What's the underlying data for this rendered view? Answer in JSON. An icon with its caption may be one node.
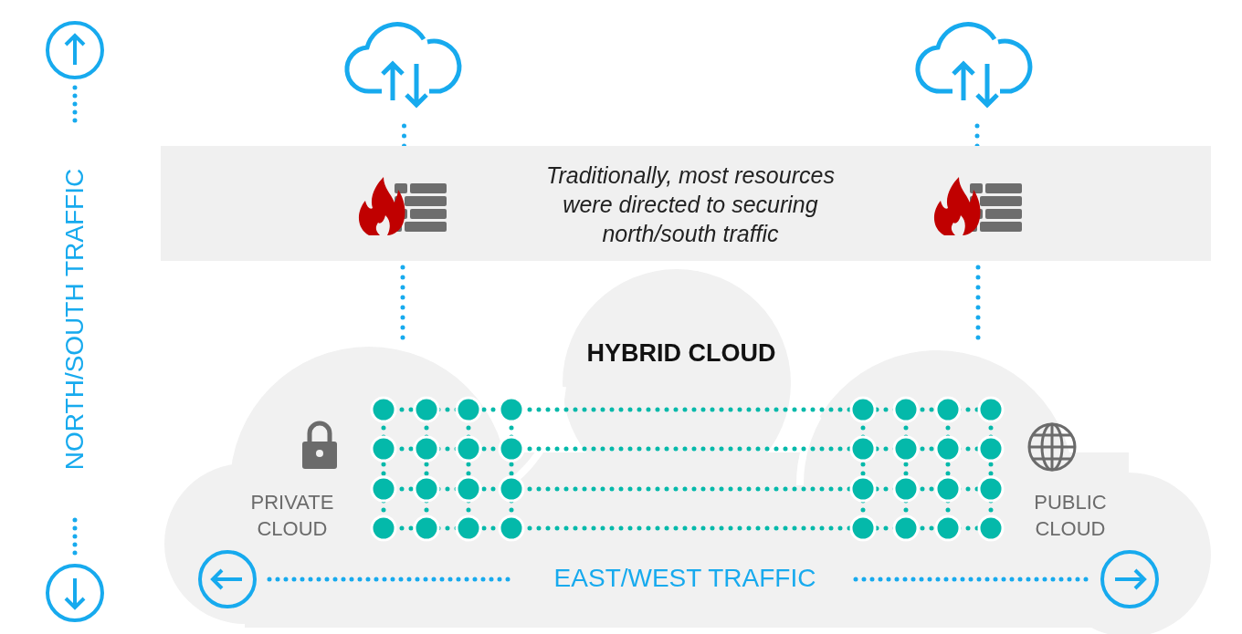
{
  "diagram": {
    "nodes": [
      {
        "text": [],
        "shape": "cloud"
      },
      {
        "text": [],
        "shape": "cloud"
      },
      {
        "text": [
          "Traditionally, most resources were directed to securing north/south traffic"
        ]
      },
      {
        "text": [],
        "shape": "picture",
        "in": 2
      },
      {
        "text": [],
        "shape": "picture",
        "in": 2
      },
      {
        "text": [
          "HYBRID CLOUD",
          "PRIVATE CLOUD",
          "PUBLIC CLOUD"
        ]
      }
    ],
    "edges": [
      {
        "from": 0,
        "to": 3,
        "arrow": "none",
        "style": "dashed"
      },
      {
        "from": 3,
        "to": 5,
        "arrow": "none",
        "style": "dashed"
      },
      {
        "from": 1,
        "to": 4,
        "arrow": "none",
        "style": "dashed"
      },
      {
        "from": 4,
        "to": 5,
        "arrow": "none",
        "style": "dashed"
      }
    ],
    "labels": [
      "NORTH/SOUTH TRAFFIC",
      "EAST/WEST TRAFFIC"
    ]
  }
}
